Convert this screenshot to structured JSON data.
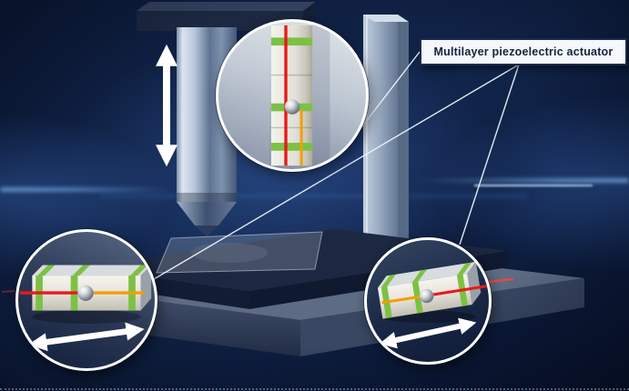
{
  "label_box": {
    "text": "Multilayer piezoelectric actuator"
  },
  "colors": {
    "accent_green": "#7cc143",
    "accent_red": "#e81a1a",
    "accent_orange": "#f59d00",
    "arrow_white": "#ffffff",
    "label_background": "#f5f7fa",
    "label_border": "#1a2b4d",
    "label_text": "#122340",
    "scene_background": "#0c1a38"
  },
  "icons": {
    "vertical_motion_arrow": "double-headed-arrow-vertical",
    "bottom_left_motion_arrow": "double-headed-arrow-diagonal",
    "bottom_right_motion_arrow": "double-headed-arrow-diagonal"
  }
}
